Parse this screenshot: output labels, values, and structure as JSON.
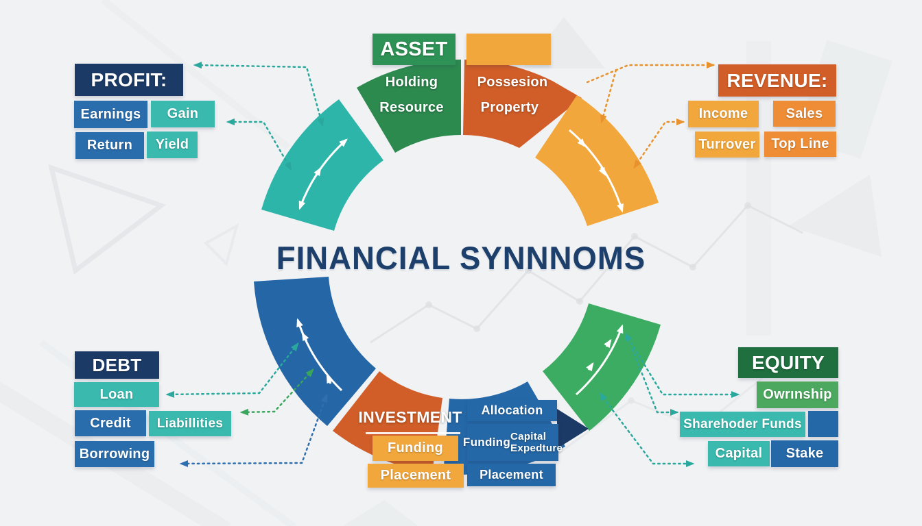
{
  "title": "FINANCIAL SYNNNOMS",
  "groups": {
    "profit": {
      "header": "PROFIT:",
      "terms": [
        "Earnings",
        "Gain",
        "Return",
        "Yield"
      ]
    },
    "asset": {
      "header": "ASSET",
      "terms": [
        "Holding",
        "Resource"
      ]
    },
    "possession": {
      "terms": [
        "Possesion",
        "Property"
      ]
    },
    "revenue": {
      "header": "REVENUE:",
      "terms": [
        "Income",
        "Sales",
        "Turrover",
        "Top Line"
      ]
    },
    "debt": {
      "header": "DEBT",
      "terms": [
        "Loan",
        "Credit",
        "Liabillities",
        "Borrowing"
      ]
    },
    "investment": {
      "header": "INVESTMENT",
      "terms": [
        "Funding",
        "Placement"
      ]
    },
    "allocation": {
      "terms": [
        "Allocation",
        "Funding",
        "Capital Expedture",
        "Placement"
      ]
    },
    "equity": {
      "header": "EQUITY",
      "terms": [
        "Owrınship",
        "Sharehoder Funds",
        "Capital",
        "Stake"
      ]
    }
  },
  "colors": {
    "background": "#f1f2f4",
    "navy": "#1b3a66",
    "title_navy": "#1c3f6b",
    "blue": "#2a6dad",
    "teal": "#3ab9ae",
    "teal_arc": "#2eb5a9",
    "green_header": "#2e9155",
    "green_segment": "#2d8a4f",
    "green_arc": "#3dac63",
    "green_mid": "#4ca85f",
    "green_dark": "#1f6f3f",
    "amber": "#f2a73d",
    "orange": "#ee8d36",
    "orange_dark": "#d15e28",
    "blue_arc": "#2466a6",
    "blue_segment": "#2568a8",
    "connector_teal": "#2aa89d",
    "connector_green": "#3aa65c",
    "connector_blue": "#2f6fae",
    "connector_orange": "#e8922f"
  }
}
